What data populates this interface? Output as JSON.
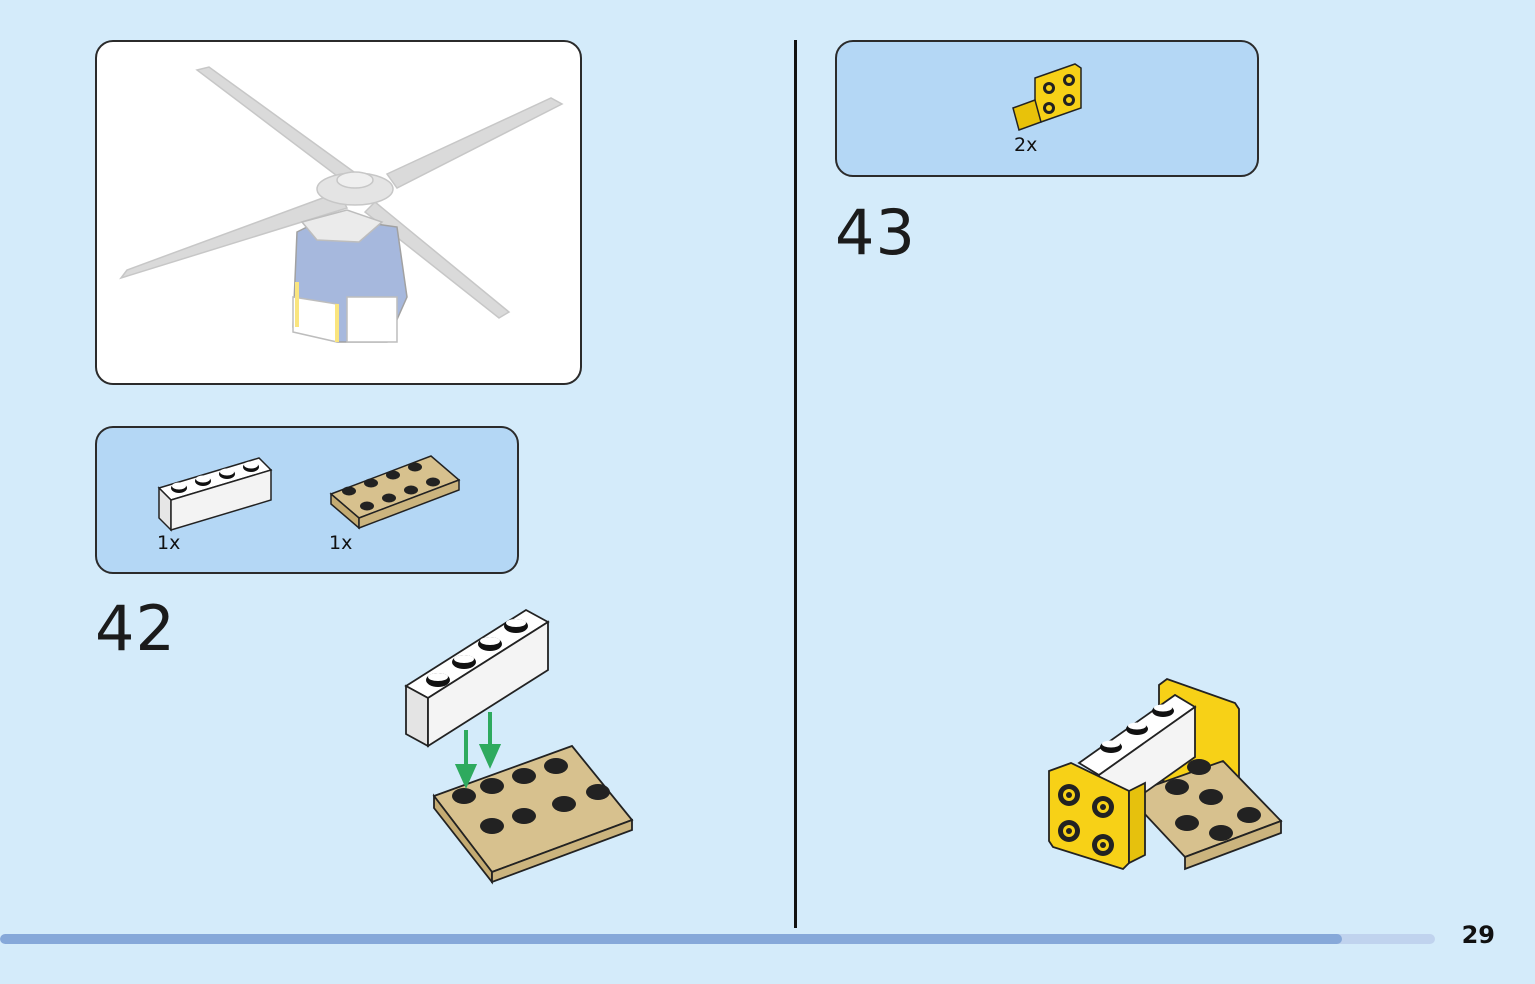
{
  "page": {
    "number": "29",
    "progress_fraction": 0.935
  },
  "colors": {
    "background": "#d4ebfa",
    "parts_panel": "#b4d7f5",
    "brick_white": "#ffffff",
    "brick_tan": "#d7c18e",
    "brick_yellow": "#f7d117",
    "arrow_green": "#2eaa5e",
    "progress": "#86a8d9"
  },
  "left_page": {
    "preview": {
      "icon": "helicopter-model-icon"
    },
    "parts": [
      {
        "icon": "white-brick-1x4-icon",
        "quantity": "1x"
      },
      {
        "icon": "tan-plate-2x4-icon",
        "quantity": "1x"
      }
    ],
    "step": {
      "number": "42",
      "icon": "step-42-assembly-icon"
    }
  },
  "right_page": {
    "parts": [
      {
        "icon": "yellow-bracket-icon",
        "quantity": "2x"
      }
    ],
    "step": {
      "number": "43",
      "icon": "step-43-assembly-icon"
    }
  }
}
